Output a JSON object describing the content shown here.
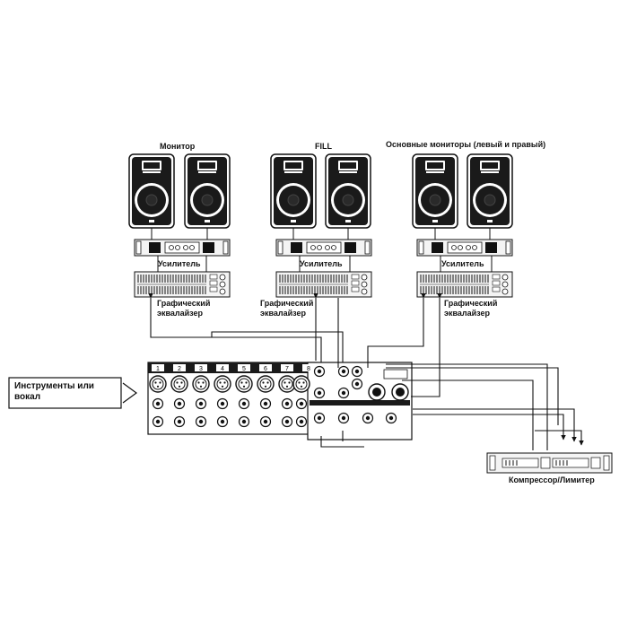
{
  "labels": {
    "monitor": "Монитор",
    "fill": "FILL",
    "main_monitors": "Основные мониторы (левый и правый)",
    "amp_1": "Усилитель",
    "amp_2": "Усилитель",
    "amp_3": "Усилитель",
    "eq_1": "Графический\nэквалайзер",
    "eq_2": "Графический\nэквалайзер",
    "eq_3": "Графический\nэквалайзер",
    "instruments": "Инструменты или вокал",
    "compressor": "Компрессор/Лимитер"
  },
  "mixer": {
    "channel_numbers": [
      "1",
      "2",
      "3",
      "4",
      "5",
      "6",
      "7",
      "8"
    ]
  },
  "colors": {
    "line": "#111111",
    "device_fill": "#f2f2f2",
    "speaker_fill": "#1a1a1a"
  }
}
